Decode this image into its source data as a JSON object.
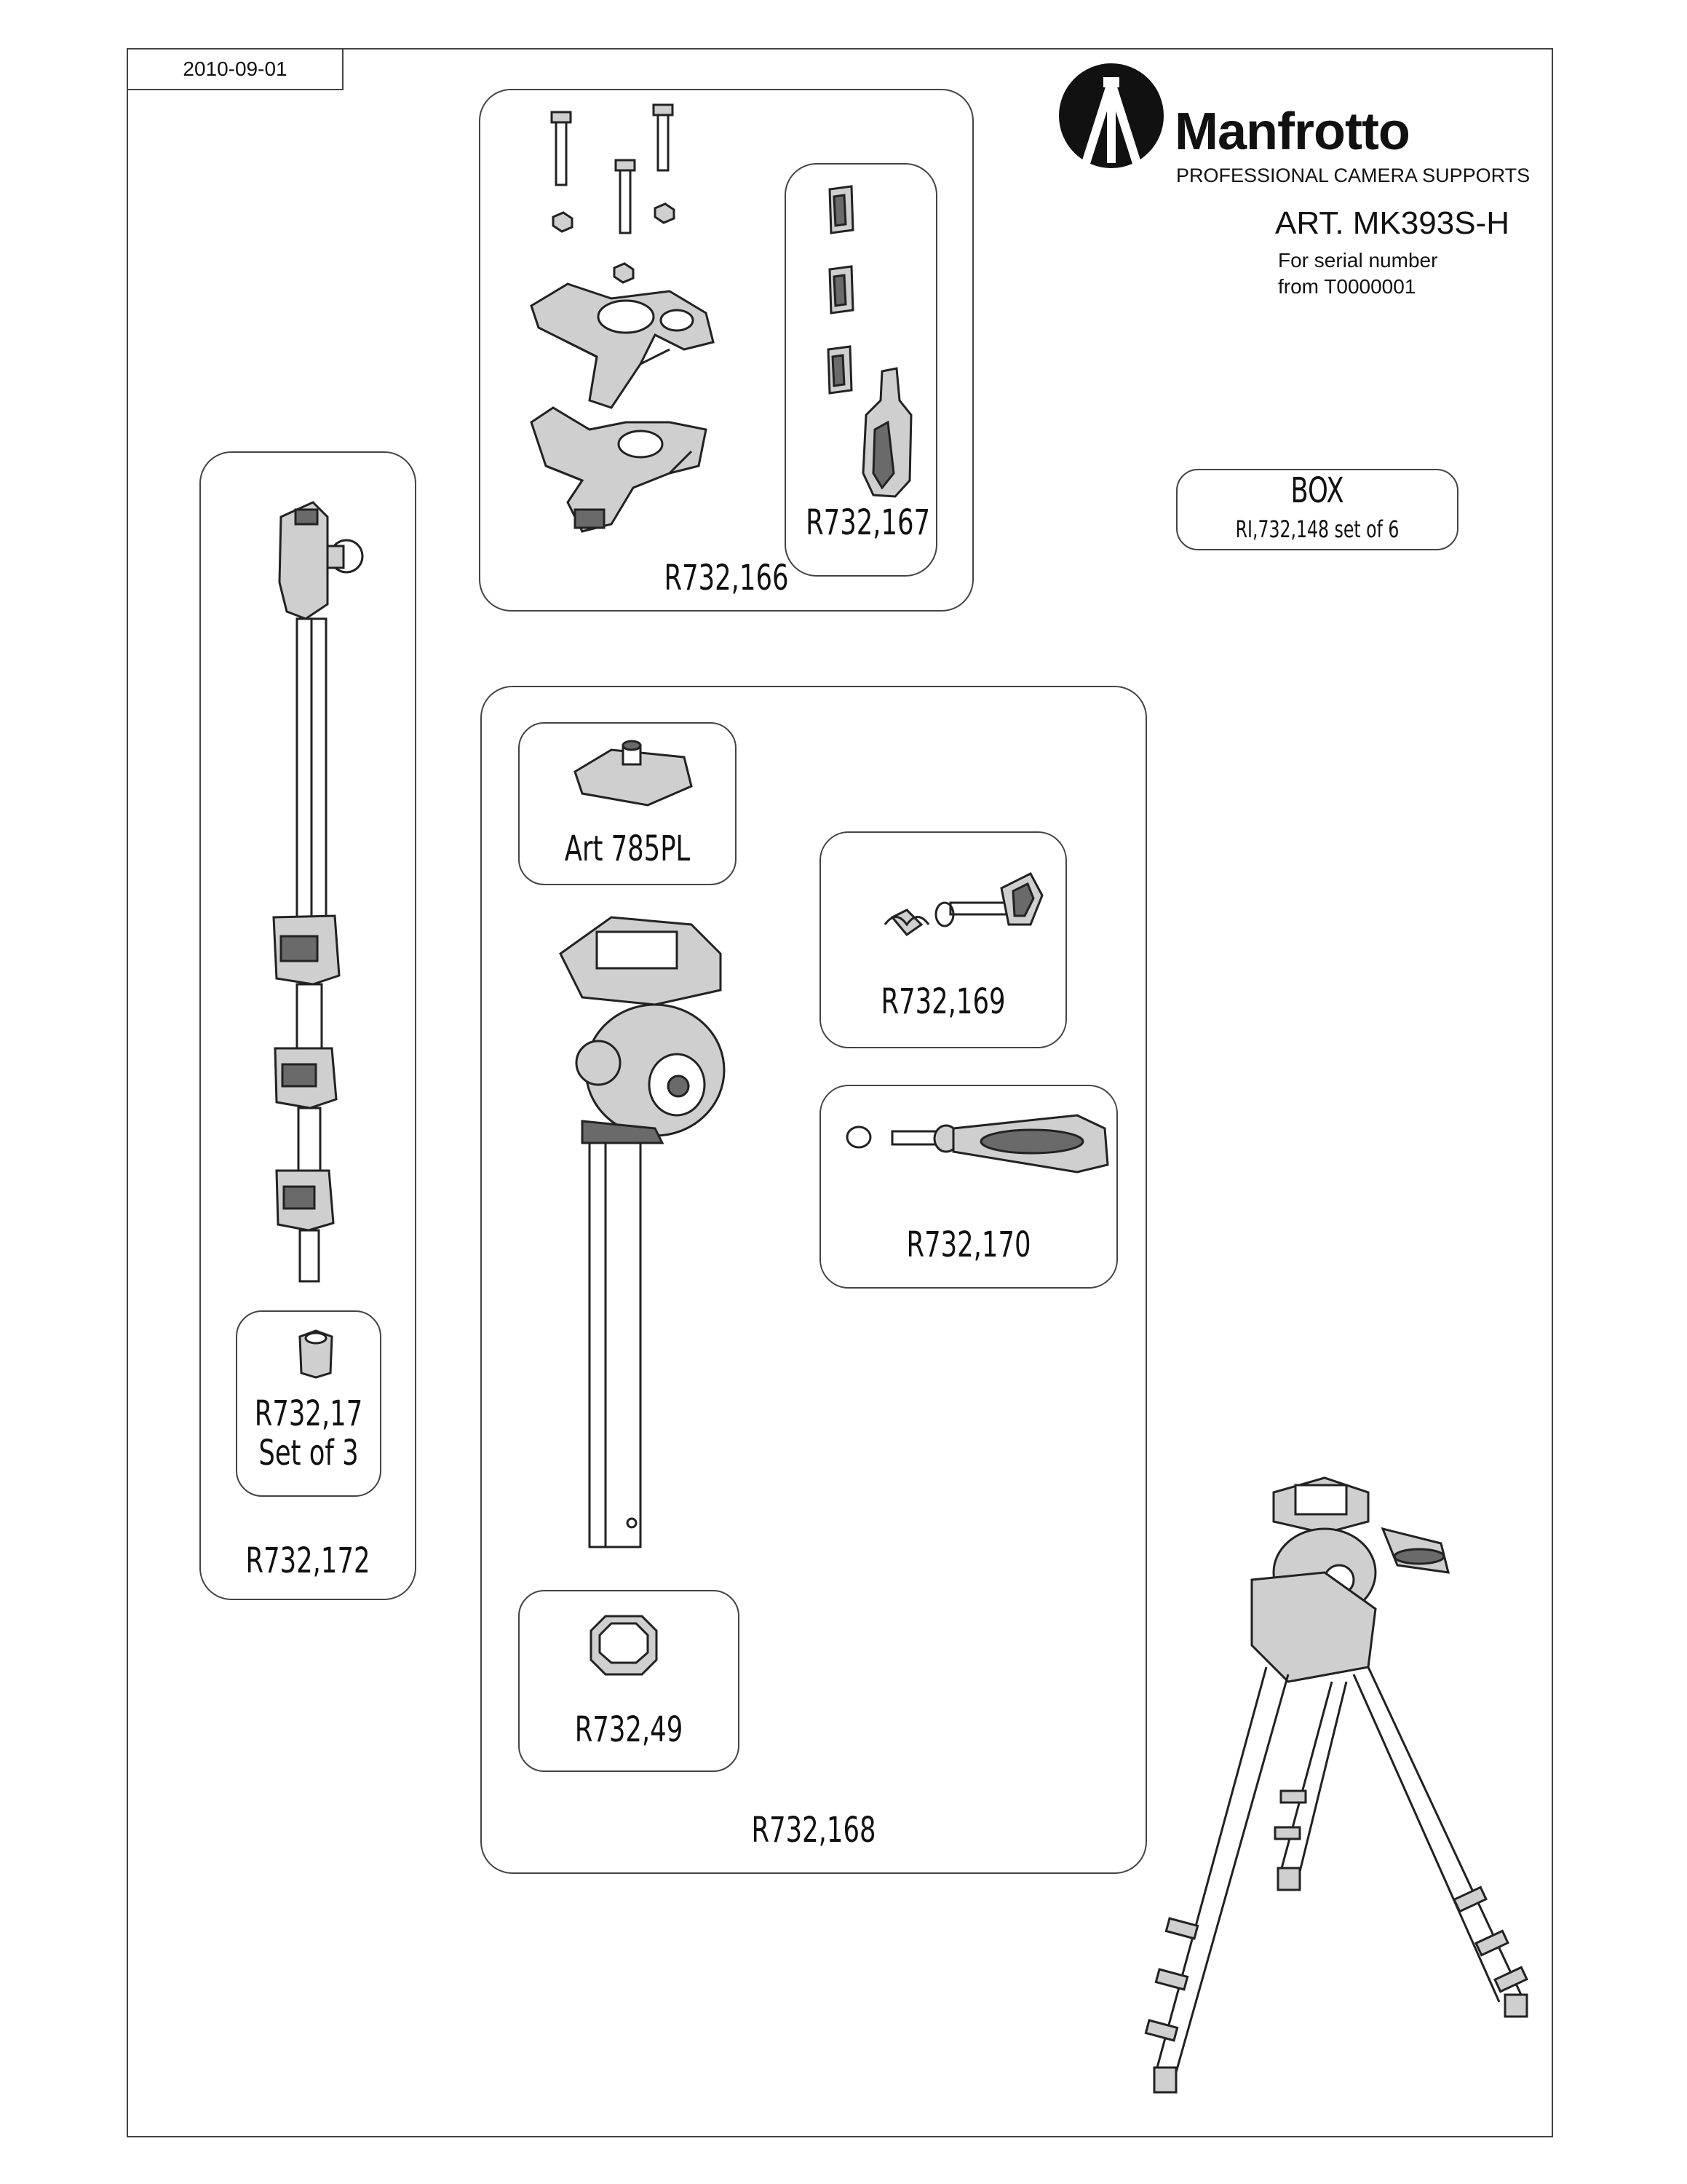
{
  "header": {
    "date": "2010-09-01",
    "brand": "Manfrotto",
    "tagline": "PROFESSIONAL CAMERA SUPPORTS",
    "article": "ART. MK393S-H",
    "serial_line1": "For serial number",
    "serial_line2": "from T0000001"
  },
  "parts": {
    "r732_166": "R732,166",
    "r732_167": "R732,167",
    "box_title": "BOX",
    "box_sub": "RI,732,148 set of 6",
    "art_785pl": "Art 785PL",
    "r732_169": "R732,169",
    "r732_170": "R732,170",
    "r732_49": "R732,49",
    "r732_168": "R732,168",
    "r732_17_line1": "R732,17",
    "r732_17_line2": "Set of 3",
    "r732_172": "R732,172"
  }
}
